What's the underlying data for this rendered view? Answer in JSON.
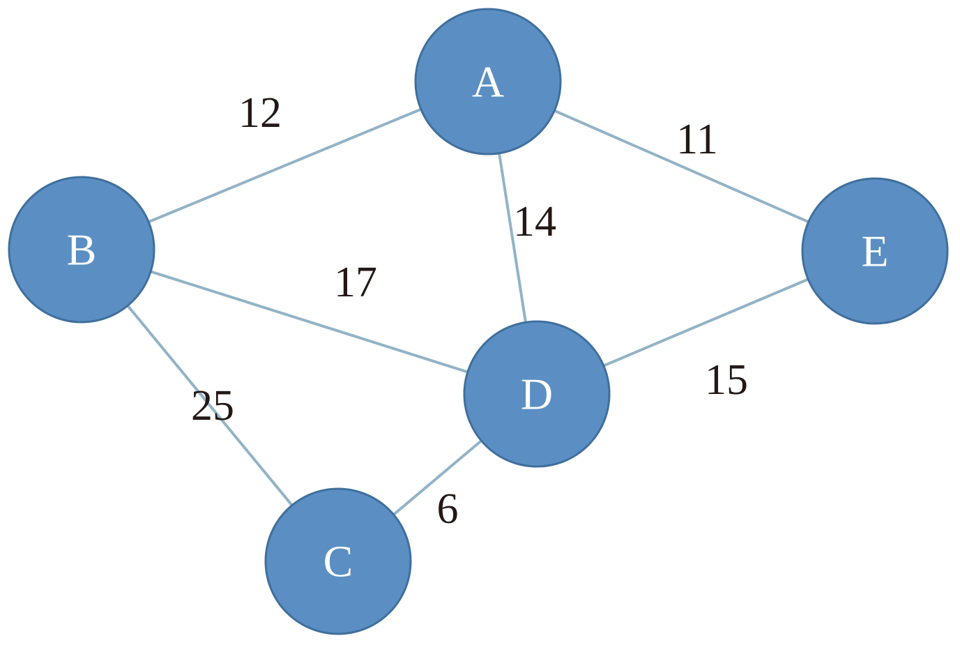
{
  "graph": {
    "nodes": [
      {
        "id": "A",
        "label": "A"
      },
      {
        "id": "B",
        "label": "B"
      },
      {
        "id": "C",
        "label": "C"
      },
      {
        "id": "D",
        "label": "D"
      },
      {
        "id": "E",
        "label": "E"
      }
    ],
    "edges": [
      {
        "from": "A",
        "to": "B",
        "weight": "12"
      },
      {
        "from": "A",
        "to": "E",
        "weight": "11"
      },
      {
        "from": "A",
        "to": "D",
        "weight": "14"
      },
      {
        "from": "B",
        "to": "D",
        "weight": "17"
      },
      {
        "from": "B",
        "to": "C",
        "weight": "25"
      },
      {
        "from": "D",
        "to": "E",
        "weight": "15"
      },
      {
        "from": "C",
        "to": "D",
        "weight": "6"
      }
    ]
  },
  "colors": {
    "node_fill": "#5b8fc3",
    "node_stroke": "#3f6f9d",
    "node_text": "#ffffff",
    "edge": "#93b3c6",
    "weight_text": "#231815"
  }
}
